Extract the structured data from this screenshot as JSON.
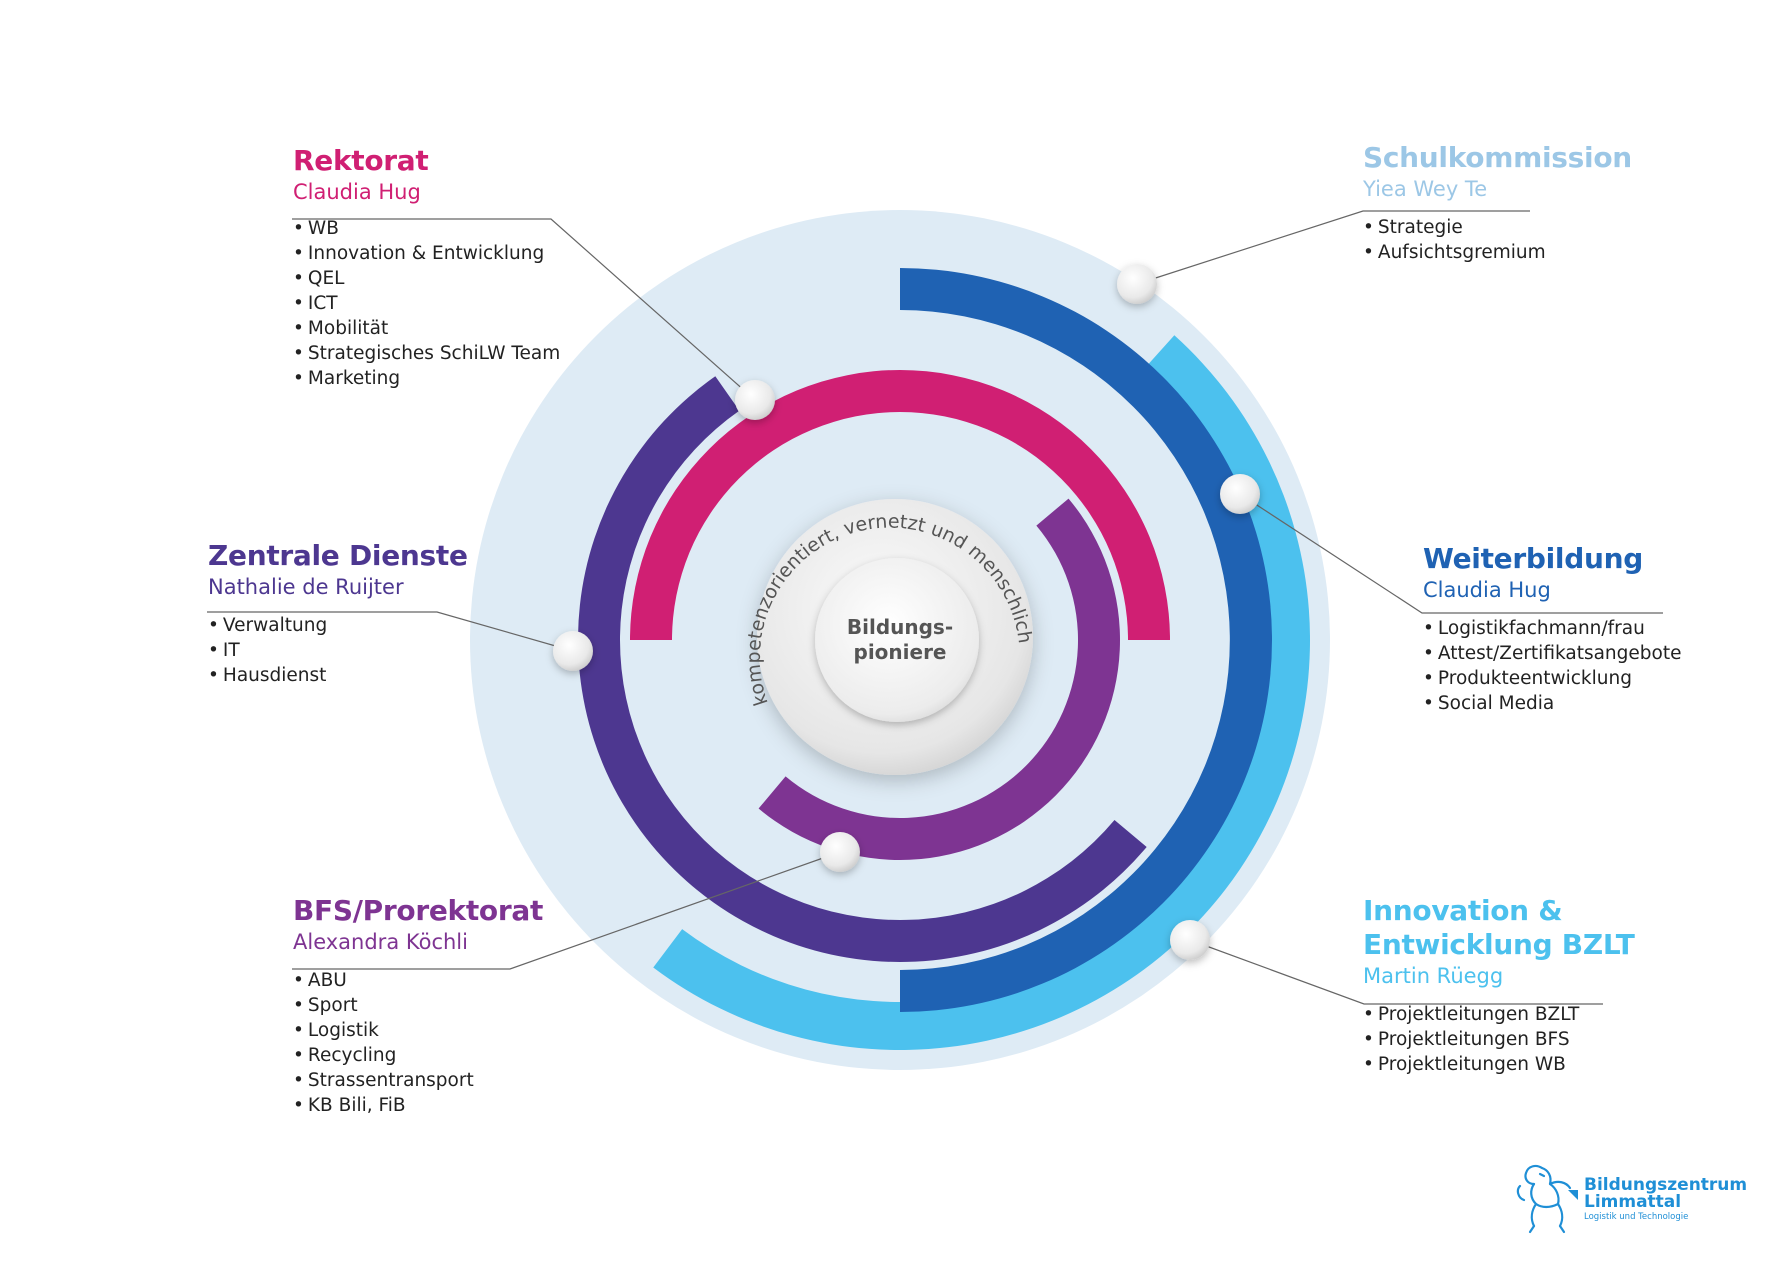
{
  "center": {
    "label_line1": "Bildungs-",
    "label_line2": "pioniere",
    "ring_text": "kompetenzorientiert, vernetzt und menschlich"
  },
  "colors": {
    "rektorat": "#d01f73",
    "schulkommission": "#9cc7e6",
    "zentrale_dienste": "#4d3790",
    "weiterbildung": "#1f62b3",
    "bfs": "#7e3492",
    "innovation": "#4cc1ee"
  },
  "sections": {
    "rektorat": {
      "title": "Rektorat",
      "person": "Claudia Hug",
      "items": [
        "WB",
        "Innovation & Entwicklung",
        "QEL",
        "ICT",
        "Mobilität",
        "Strategisches SchiLW Team",
        "Marketing"
      ]
    },
    "schulkommission": {
      "title": "Schulkommission",
      "person": "Yiea Wey Te",
      "items": [
        "Strategie",
        "Aufsichtsgremium"
      ]
    },
    "zentrale_dienste": {
      "title": "Zentrale Dienste",
      "person": "Nathalie de Ruijter",
      "items": [
        "Verwaltung",
        "IT",
        "Hausdienst"
      ]
    },
    "weiterbildung": {
      "title": "Weiterbildung",
      "person": "Claudia Hug",
      "items": [
        "Logistikfachmann/frau",
        "Attest/Zertifikatsangebote",
        "Produkteentwicklung",
        "Social Media"
      ]
    },
    "bfs": {
      "title": "BFS/Prorektorat",
      "person": "Alexandra Köchli",
      "items": [
        "ABU",
        "Sport",
        "Logistik",
        "Recycling",
        "Strassentransport",
        "KB Bili, FiB"
      ]
    },
    "innovation": {
      "title_line1": "Innovation &",
      "title_line2": "Entwicklung BZLT",
      "person": "Martin Rüegg",
      "items": [
        "Projektleitungen BZLT",
        "Projektleitungen BFS",
        "Projektleitungen WB"
      ]
    }
  },
  "logo": {
    "line1": "Bildungszentrum",
    "line2": "Limmattal",
    "line3": "Logistik und Technologie"
  }
}
